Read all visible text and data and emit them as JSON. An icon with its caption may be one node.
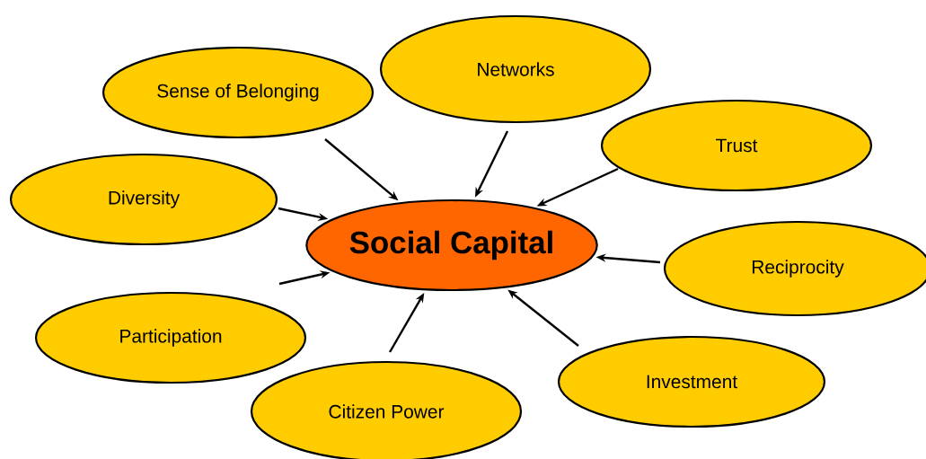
{
  "diagram": {
    "nodes": [
      {
        "text": [
          "Social Capital"
        ]
      },
      {
        "text": [
          "Sense of Belonging"
        ]
      },
      {
        "text": [
          "Networks"
        ]
      },
      {
        "text": [
          "Trust"
        ]
      },
      {
        "text": [
          "Diversity"
        ]
      },
      {
        "text": [
          "Reciprocity"
        ]
      },
      {
        "text": [
          "Participation"
        ]
      },
      {
        "text": [
          "Investment"
        ]
      },
      {
        "text": [
          "Citizen Power"
        ]
      }
    ],
    "edges": [
      {
        "from": 1,
        "to": 0,
        "arrow": "to"
      },
      {
        "from": 2,
        "to": 0,
        "arrow": "to"
      },
      {
        "from": 3,
        "to": 0,
        "arrow": "to"
      },
      {
        "from": 4,
        "to": 0,
        "arrow": "to"
      },
      {
        "from": 5,
        "to": 0,
        "arrow": "to"
      },
      {
        "from": 6,
        "to": 0,
        "arrow": "to"
      },
      {
        "from": 7,
        "to": 0,
        "arrow": "to"
      },
      {
        "from": 8,
        "to": 0,
        "arrow": "to"
      }
    ]
  }
}
